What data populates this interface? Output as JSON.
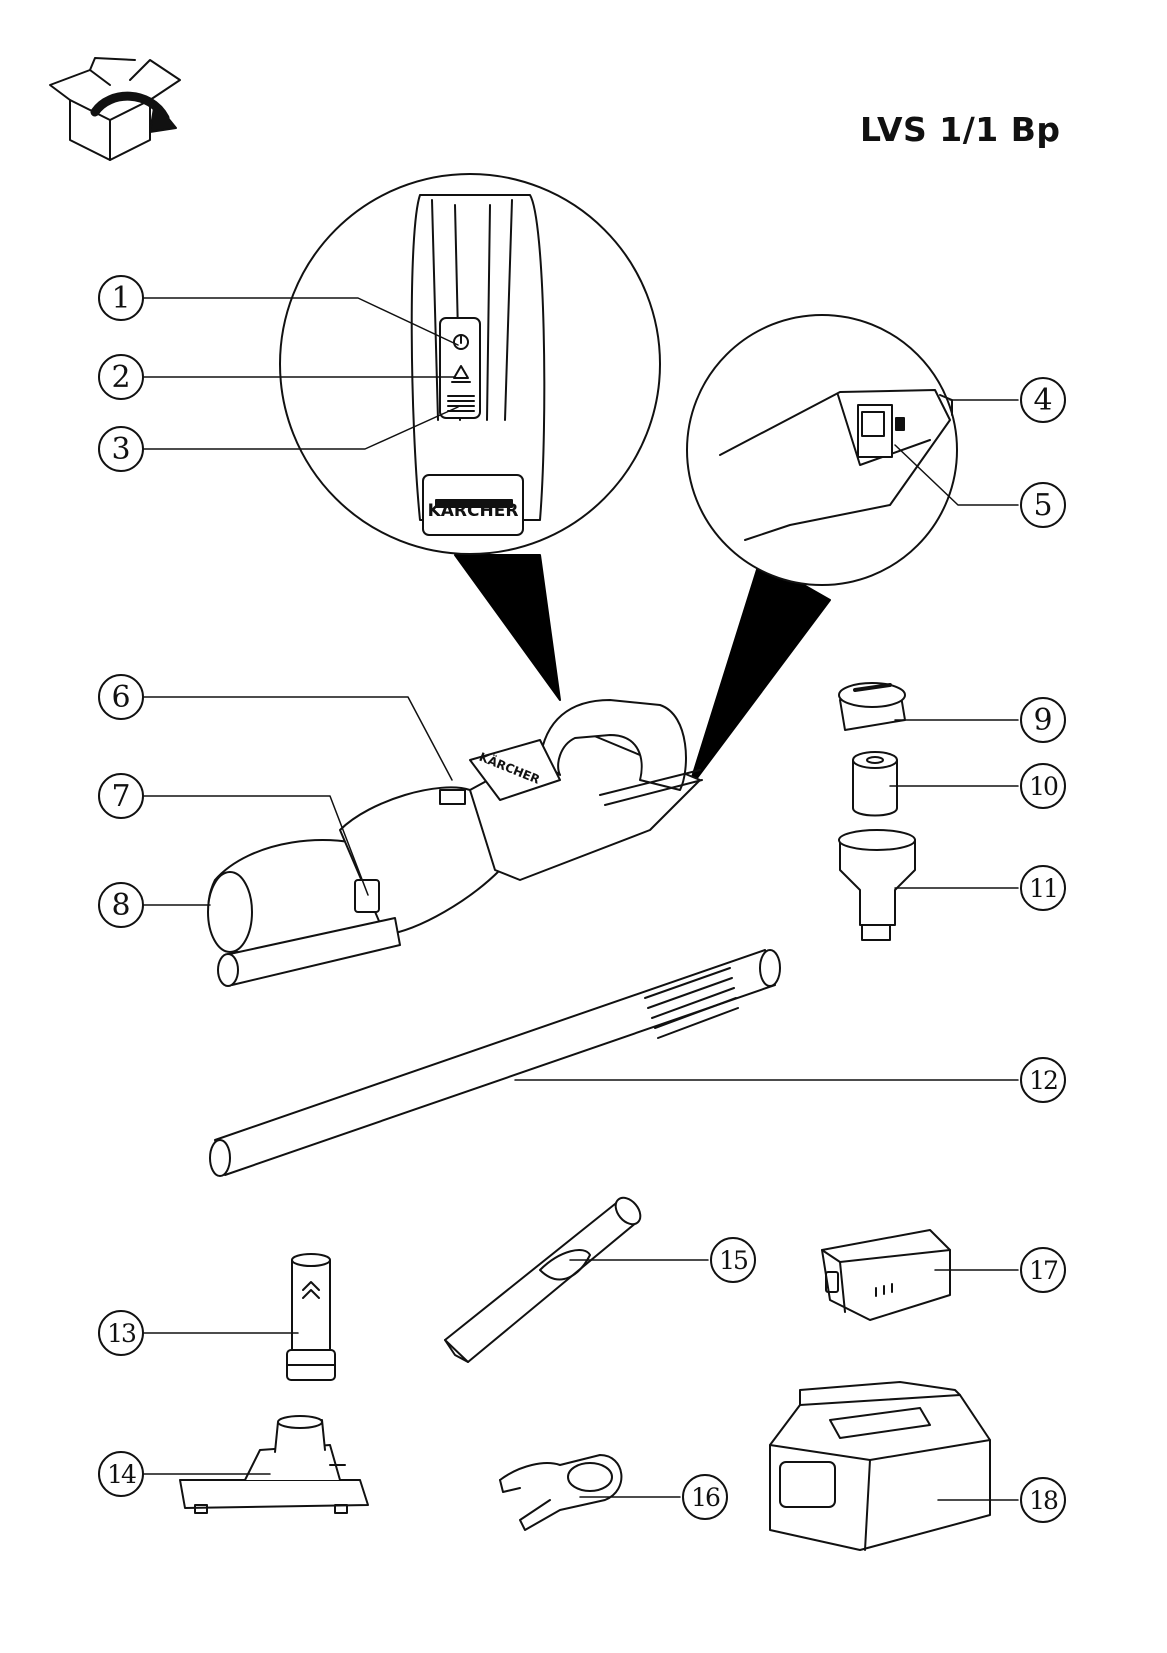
{
  "document": {
    "model": "LVS 1/1 Bp",
    "brand_label": "KÄRCHER",
    "callouts": [
      "1",
      "2",
      "3",
      "4",
      "5",
      "6",
      "7",
      "8",
      "9",
      "10",
      "11",
      "12",
      "13",
      "14",
      "15",
      "16",
      "17",
      "18"
    ]
  },
  "icons": {
    "unpack_box": "open-box-with-arrow-icon",
    "power": "power-icon",
    "boost": "boost-triangle-icon"
  },
  "colors": {
    "line": "#111111",
    "background": "#ffffff",
    "zoom_cone": "#000000"
  }
}
